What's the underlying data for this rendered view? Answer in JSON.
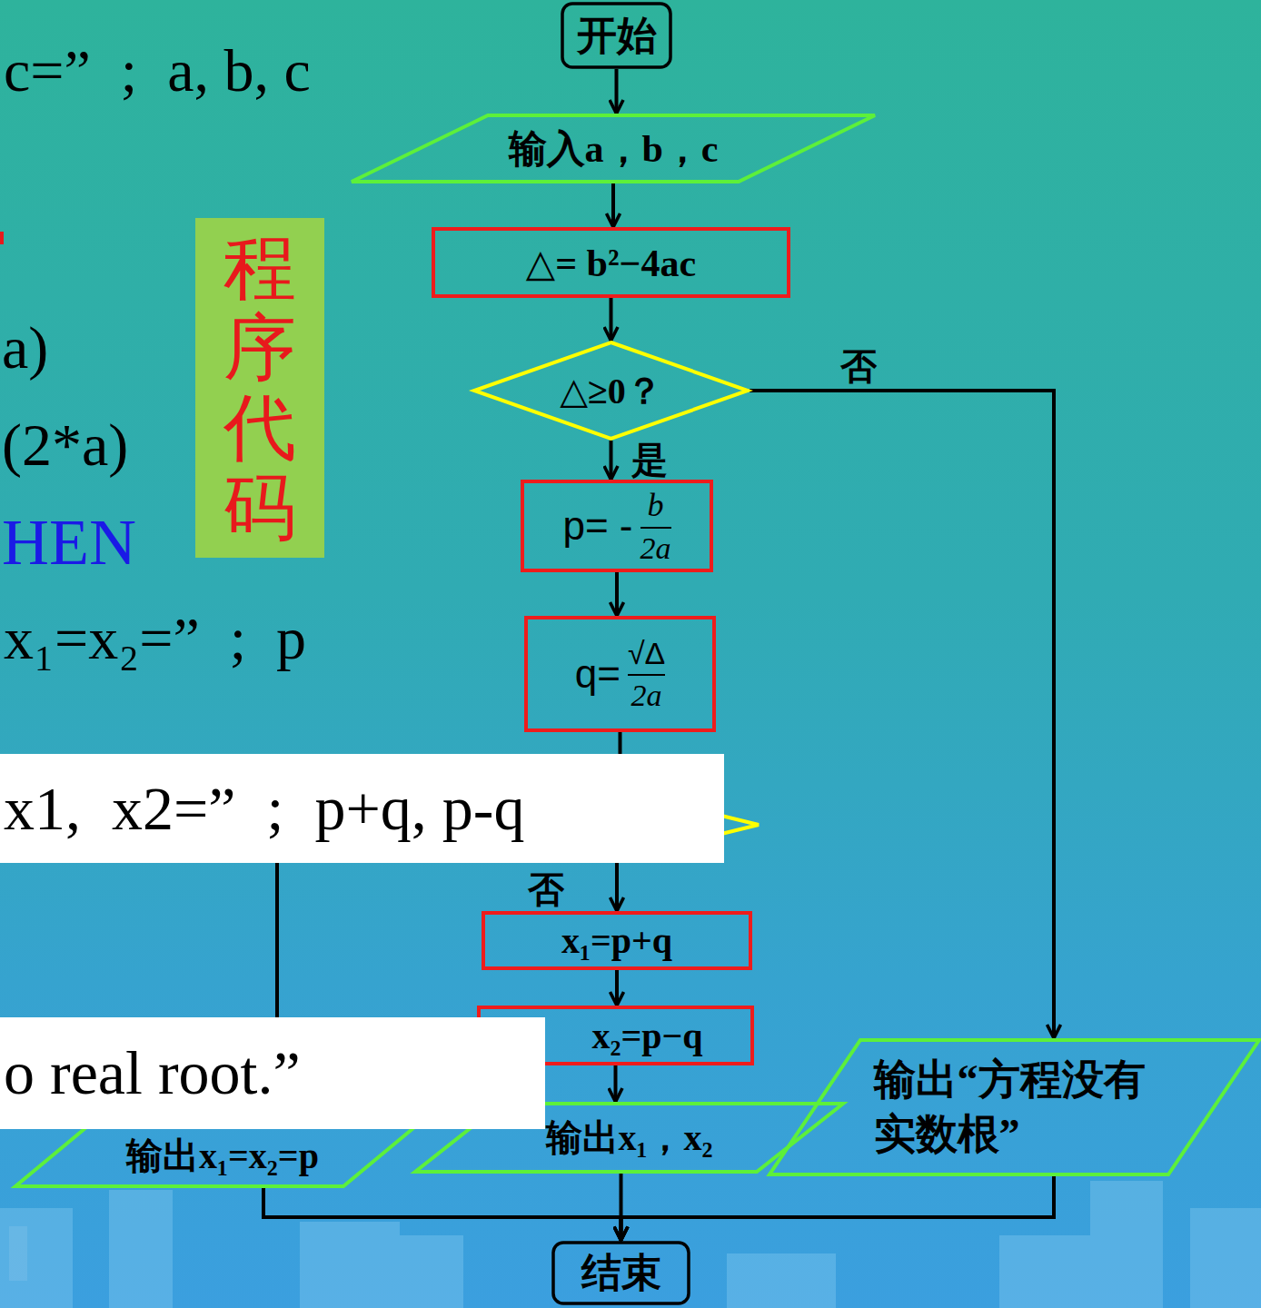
{
  "diagram": {
    "nodes": [
      {
        "text": [
          "开始"
        ]
      },
      {
        "text": [
          "输入a，b，c"
        ]
      },
      {
        "text": [
          "程序代码"
        ]
      },
      {
        "text": [
          "△= b²−4ac"
        ]
      },
      {
        "text": [
          "△≥0？"
        ]
      },
      {
        "text": [
          "p= -",
          "b",
          "2a"
        ]
      },
      {
        "text": [
          "q=",
          "√Δ",
          "2a"
        ]
      },
      {
        "text": [
          "x1,  x2=”  ;  p+q, p-q"
        ]
      },
      {
        "text": [
          "x₁=p+q"
        ]
      },
      {
        "text": [
          "x₂=p−q"
        ]
      },
      {
        "text": [
          "o real root.”"
        ]
      },
      {
        "text": [
          "输出x₁=x₂=p"
        ]
      },
      {
        "text": [
          "输出x₁，x₂"
        ]
      },
      {
        "text": [
          "输出“方程没有 实数根”"
        ]
      },
      {
        "text": [
          "结束"
        ]
      }
    ],
    "edges": [
      {
        "from": 0,
        "to": 1,
        "arrow": "to"
      },
      {
        "from": 1,
        "to": 3,
        "arrow": "to"
      },
      {
        "from": 3,
        "to": 4,
        "arrow": "to"
      },
      {
        "from": 4,
        "to": 5,
        "label": "是",
        "arrow": "to"
      },
      {
        "from": 5,
        "to": 6,
        "arrow": "to"
      },
      {
        "from": 4,
        "to": 13,
        "label": "否",
        "arrow": "to"
      },
      {
        "from": 6,
        "to": 7,
        "arrow": "none"
      },
      {
        "from": 7,
        "to": 8,
        "label": "否",
        "arrow": "to"
      },
      {
        "from": 7,
        "to": 10,
        "arrow": "none"
      },
      {
        "from": 8,
        "to": 9,
        "arrow": "to"
      },
      {
        "from": 9,
        "to": 12,
        "arrow": "to"
      },
      {
        "from": 11,
        "to": 14,
        "arrow": "to"
      },
      {
        "from": 12,
        "to": 14,
        "arrow": "to"
      },
      {
        "from": 13,
        "to": 14,
        "arrow": "to"
      }
    ],
    "labels": [
      "c=”  ;  a, b, c",
      "a)",
      "(2*a)",
      "HEN",
      "x₁=x₂=”  ;  p"
    ]
  }
}
